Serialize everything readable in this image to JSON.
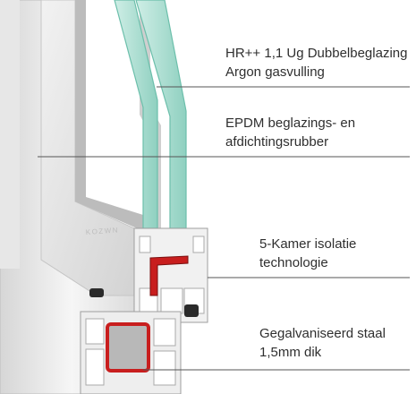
{
  "brand_watermark": "KOZWN",
  "callouts": [
    {
      "lines": [
        "HR++ 1,1 Ug Dubbelbeglazing",
        "Argon gasvulling"
      ]
    },
    {
      "lines": [
        "EPDM beglazings- en",
        "afdichtingsrubber"
      ]
    },
    {
      "lines": [
        "5-Kamer isolatie",
        "technologie"
      ]
    },
    {
      "lines": [
        "Gegalvaniseerd staal",
        "1,5mm dik"
      ]
    }
  ],
  "colors": {
    "glass": "#8fd0c0",
    "seal": "#e2c21b",
    "steel_reinforcement": "#c81e1e",
    "frame": "#ececec"
  }
}
